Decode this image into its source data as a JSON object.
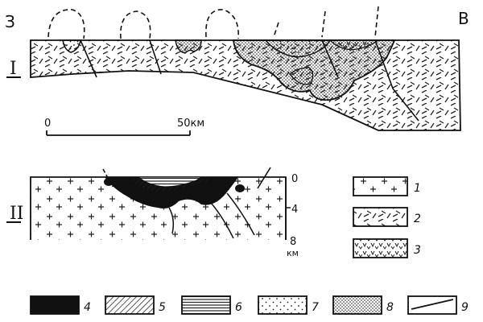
{
  "figure": {
    "west_label": "З",
    "east_label": "В",
    "section1_label": "I",
    "section2_label": "II",
    "scale": {
      "start": "0",
      "end": "50км"
    },
    "depth_ticks": [
      "0",
      "4",
      "8"
    ],
    "depth_unit": "км",
    "legend": [
      {
        "num": "1",
        "pattern": "crosses"
      },
      {
        "num": "2",
        "pattern": "dashes"
      },
      {
        "num": "3",
        "pattern": "ticks"
      },
      {
        "num": "4",
        "pattern": "black"
      },
      {
        "num": "5",
        "pattern": "diagonal-hatch"
      },
      {
        "num": "6",
        "pattern": "horizontal-hatch"
      },
      {
        "num": "7",
        "pattern": "sparse-dots"
      },
      {
        "num": "8",
        "pattern": "dense-dots"
      },
      {
        "num": "9",
        "pattern": "line"
      }
    ]
  }
}
